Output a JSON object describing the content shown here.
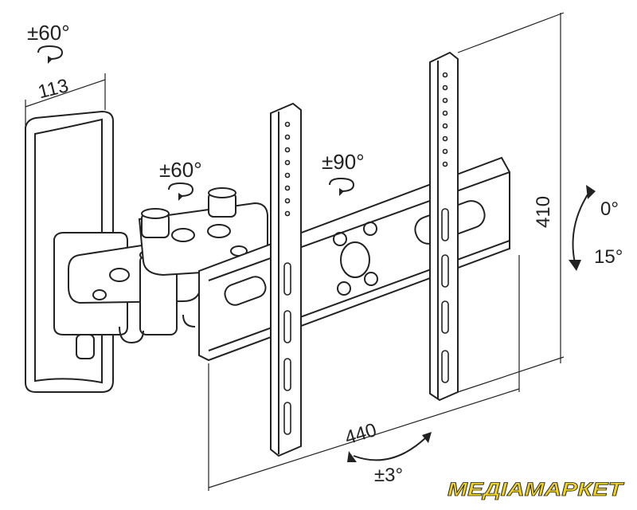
{
  "labels": {
    "wall_rotation": "±60°",
    "wall_plate_width": "113",
    "arm_rotation": "±60°",
    "head_rotation": "±90°",
    "height": "410",
    "tilt_up": "0°",
    "tilt_down": "15°",
    "width": "440",
    "level_adjust": "±3°"
  },
  "brand": {
    "text": "МЕДІАМАРКЕТ",
    "color": "#f2d21a"
  },
  "colors": {
    "line": "#222222",
    "background": "#ffffff"
  }
}
